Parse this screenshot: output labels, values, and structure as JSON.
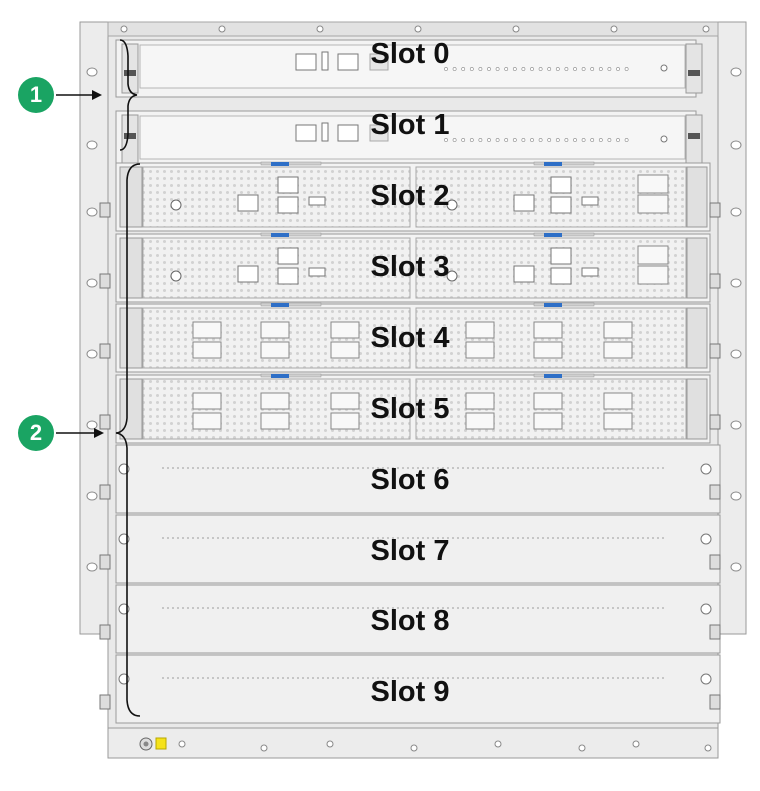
{
  "slots": [
    {
      "label": "Slot 0",
      "kind": "mpu"
    },
    {
      "label": "Slot 1",
      "kind": "mpu"
    },
    {
      "label": "Slot 2",
      "kind": "lpu-mgmt"
    },
    {
      "label": "Slot 3",
      "kind": "lpu-mgmt"
    },
    {
      "label": "Slot 4",
      "kind": "lpu-ports"
    },
    {
      "label": "Slot 5",
      "kind": "lpu-ports"
    },
    {
      "label": "Slot 6",
      "kind": "blank"
    },
    {
      "label": "Slot 7",
      "kind": "blank"
    },
    {
      "label": "Slot 8",
      "kind": "blank"
    },
    {
      "label": "Slot 9",
      "kind": "blank"
    }
  ],
  "callouts": [
    {
      "number": "1"
    },
    {
      "number": "2"
    }
  ],
  "colors": {
    "callout": "#1aa463",
    "chassis": "#ececec",
    "card": "#f3f3f3",
    "outline": "#9a9a9a",
    "accent_blue": "#2e6fc7",
    "ground_label": "#f5e21a"
  }
}
